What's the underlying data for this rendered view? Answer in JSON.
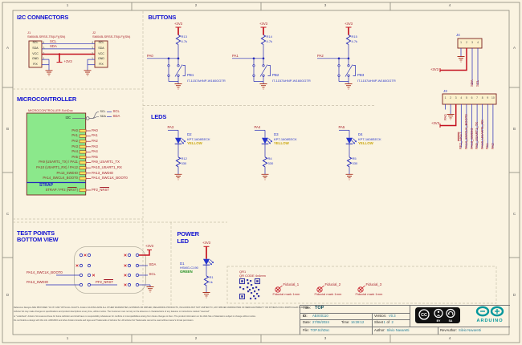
{
  "frame": {
    "columns": [
      "1",
      "2",
      "3",
      "4"
    ],
    "rows": [
      "A",
      "B",
      "C",
      "D"
    ]
  },
  "i2c": {
    "title": "I2C CONNECTORS",
    "j1": {
      "ref": "J1",
      "part": "SM04B-SRSS-TB(LF)(SN)",
      "pins": [
        "SCL",
        "SDA",
        "VCC",
        "GND",
        "FIX"
      ],
      "numbers": [
        "4",
        "3",
        "2",
        "1"
      ]
    },
    "j2": {
      "ref": "J2",
      "part": "SM04B-SRSS-TB(LF)(SN)",
      "pins": [
        "SCL",
        "SDA",
        "VCC",
        "GND",
        "FIX"
      ],
      "numbers": [
        "4",
        "3",
        "2",
        "1"
      ]
    },
    "net_scl": "SCL",
    "net_sda": "SDA",
    "net_3v3": "+3V3"
  },
  "buttons": {
    "title": "BUTTONS",
    "items": [
      {
        "rail": "+3V3",
        "r_ref": "R13",
        "r_val": "4.7k",
        "net": "PA0",
        "ref": "PB1",
        "part": "IT-1157AHNP-W160GGTR"
      },
      {
        "rail": "+3V3",
        "r_ref": "R14",
        "r_val": "4.7k",
        "net": "PA1",
        "ref": "PB2",
        "part": "IT-1157AHNP-W160GGTR"
      },
      {
        "rail": "+3V3",
        "r_ref": "R15",
        "r_val": "4.7k",
        "net": "PA2",
        "ref": "PB3",
        "part": "IT-1157AHNP-W160GGTR"
      }
    ]
  },
  "micro": {
    "title": "MICROCONTROLLER",
    "sheet_symbol": "MICROCONTROLLER.SchDoc",
    "i2c_pin": "I2C",
    "harness": {
      "scl": "SCL",
      "sda": "SDA"
    },
    "harness_nets": {
      "scl": "SCL",
      "sda": "SDA"
    },
    "pins": [
      {
        "name": "PA0",
        "net": "PA0"
      },
      {
        "name": "PA1",
        "net": "PA1"
      },
      {
        "name": "PA2",
        "net": "PA2"
      },
      {
        "name": "PA3",
        "net": "PA3"
      },
      {
        "name": "PA4",
        "net": "PA4"
      },
      {
        "name": "PA5",
        "net": "PA5"
      },
      {
        "name": "PA9 (USART1_TX) / PA11",
        "net": "PA9_USART1_TX"
      },
      {
        "name": "PA10 (USART1_RX) / PA12",
        "net": "PA10_USART1_RX"
      },
      {
        "name": "PA13_SWDIO",
        "net": "PA13_SWDIO"
      },
      {
        "name": "PA14_SWCLK_BOOT0",
        "net": "PA14_SWCLK_BOOT0"
      }
    ],
    "strap": {
      "label": "STRAP",
      "pin_prefix": "STRAP / PF2 (",
      "pin_overline": "NRST",
      "pin_suffix": ")",
      "net_prefix": "PF2_",
      "net_overline": "NRST"
    }
  },
  "leds": {
    "title": "LEDS",
    "items": [
      {
        "net": "PA3",
        "ref": "D2",
        "part": "KPT-1608SECK",
        "color": "YELLOW",
        "r_ref": "R12",
        "r_val": "330"
      },
      {
        "net": "PA4",
        "ref": "D3",
        "part": "KPT-1608SECK",
        "color": "YELLOW",
        "r_ref": "R4",
        "r_val": "330"
      },
      {
        "net": "PA5",
        "ref": "D4",
        "part": "KPT-1608SECK",
        "color": "YELLOW",
        "r_ref": "R5",
        "r_val": "330"
      }
    ]
  },
  "testpoints": {
    "title1": "TEST POINTS",
    "title2": "BOTTOM VIEW",
    "net_swclk": "PA14_SWCLK_BOOT0",
    "net_swdio": "PA13_SWDIO",
    "net_nrst_prefix": "PF2_",
    "net_nrst_overline": "NRST",
    "net_3v3": "+3V3",
    "net_sda": "SDA",
    "net_scl": "SCL"
  },
  "powerled": {
    "title1": "POWER",
    "title2": "LED",
    "rail": "+3V3",
    "ref": "D1",
    "part": "HSMG-C190",
    "color": "GREEN",
    "r_ref": "R1",
    "r_val": "1k"
  },
  "right_connectors": {
    "j4": {
      "ref": "J4",
      "numbers": [
        "1",
        "2",
        "3",
        "4"
      ],
      "rail": "+3V3",
      "net_sda": "SDA",
      "net_scl": "SCL"
    },
    "j3": {
      "ref": "J3",
      "numbers": [
        "1",
        "2",
        "3",
        "4",
        "5",
        "6",
        "7",
        "8",
        "9",
        "10"
      ],
      "rail": "+3V3",
      "net_pa0": "PA0",
      "net_nrst_prefix": "PF2_",
      "net_nrst_overline": "NRST",
      "nets": [
        "PA14_SWCLK_BOOT0",
        "PA13_SWDIO",
        "PA9_USART1_TX",
        "PA10_USART1_RX",
        "PA1",
        "PA2"
      ]
    }
  },
  "qr": {
    "ref": "QR1",
    "label": "QR CODE 4x4mm"
  },
  "fiducials": [
    {
      "name": "Fiducial_1",
      "desc": "Fiducial mark 1mm"
    },
    {
      "name": "Fiducial_2",
      "desc": "Fiducial mark 1mm"
    },
    {
      "name": "Fiducial_3",
      "desc": "Fiducial mark 1mm"
    }
  ],
  "disclaimer": {
    "lines": [
      "Reference Designs ARE PROVIDED \"AS IS\" AND \"WITH ALL FAULTS. Arduino SA DISCLAIMS ALL OTHER WARRANTIES, EXPRESS OR IMPLIED, REGARDING PRODUCTS, INCLUDING BUT NOT LIMITED TO, ANY IMPLIED WARRANTIES OF MERCHANTABILITY OR FITNESS FOR A PARTICULAR PURPOSE.",
      "Arduino SA may make changes to specifications and product descriptions at any time, without notice. The Customer must not rely on the absence or characteristics of any features or instructions marked \"reserved\"",
      "or \"undefined\". Arduino SA reserves these for future definition and shall have no responsibility whatsoever for conflicts or incompatibilities arising from future changes to them. The product information on the Web Site or Materials is subject to change without notice.",
      "Do not finalize a design with this info. ARDUINO and other Arduino brands and logos and Trademarks of Arduino SA. All Arduino SA Trademarks cannot be used without owner's formal permission."
    ]
  },
  "titleblock": {
    "title_label": "Title:",
    "title": "TOP",
    "id_label": "ID:",
    "id": "ABX00110",
    "date_label": "Date:",
    "date": "27/06/2024",
    "time_label": "Time:",
    "time": "16:28:12",
    "file_label": "File:",
    "file": "TOP.SchDoc",
    "version_label": "Version:",
    "version": "V0.3",
    "sheet_label": "Sheet",
    "sheet_num": "1",
    "sheet_of": "of",
    "sheet_total": "2",
    "author_label": "Author:",
    "author": "Silvio Navaretti",
    "revauthor_label": "RevAuthor:",
    "revauthor": "Silvio Navaretti",
    "license_cc": "CC",
    "license_by": "BY",
    "license_sa": "SA",
    "brand": "ARDUINO"
  }
}
